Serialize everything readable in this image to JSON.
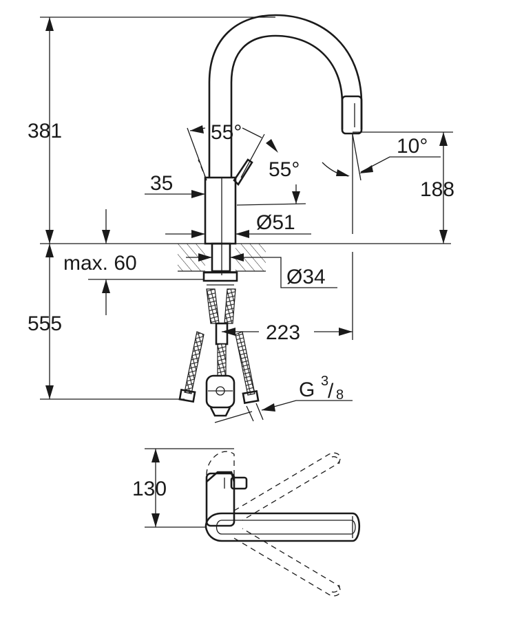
{
  "dimensions": {
    "total_height": "381",
    "spout_height": "188",
    "lever_angle_top": "55°",
    "lever_angle_side": "55°",
    "spray_angle": "10°",
    "body_offset": "35",
    "body_diameter": "Ø51",
    "shank_diameter": "Ø34",
    "max_deck": "max. 60",
    "hose_length": "555",
    "reach": "223",
    "connection_main": "G",
    "connection_num": "3",
    "connection_den": "8",
    "plan_depth": "130"
  },
  "colors": {
    "line": "#1a1a1a",
    "background": "#ffffff"
  }
}
